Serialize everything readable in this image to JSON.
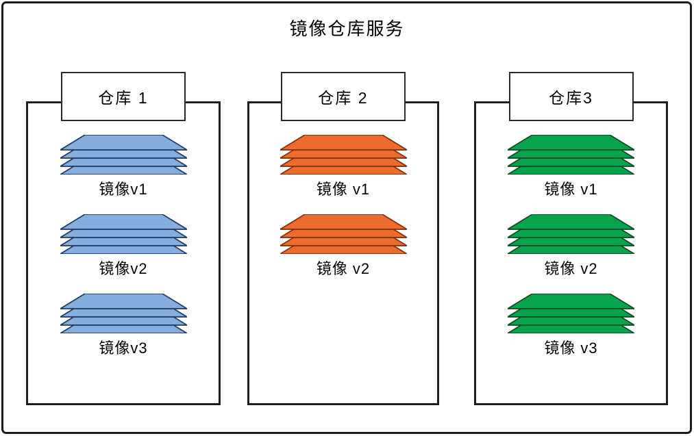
{
  "title": "镜像仓库服务",
  "repos": [
    {
      "name": "仓库 1",
      "fill": "#85AEDE",
      "stroke": "#1F3864",
      "images": [
        "镜像v1",
        "镜像v2",
        "镜像v3"
      ]
    },
    {
      "name": "仓库 2",
      "fill": "#ED6C2D",
      "stroke": "#7E2F0D",
      "images": [
        "镜像 v1",
        "镜像 v2"
      ]
    },
    {
      "name": "仓库3",
      "fill": "#07A34D",
      "stroke": "#0B4A22",
      "images": [
        "镜像 v1",
        "镜像 v2",
        "镜像 v3"
      ]
    }
  ],
  "frame_color": "#1b1b1b",
  "background_color": "#ffffff"
}
